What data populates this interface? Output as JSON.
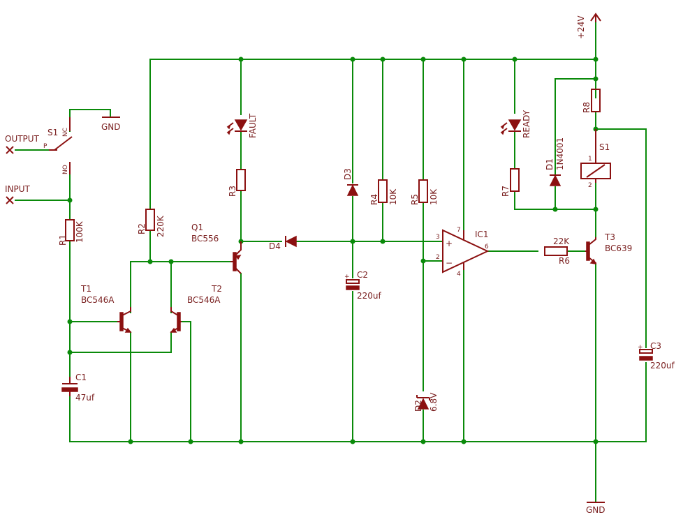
{
  "labels": {
    "supply": "+24V",
    "gnd_top": "GND",
    "gnd_bottom": "GND",
    "output": "OUTPUT",
    "input": "INPUT",
    "s1_switch": "S1",
    "s1_nc": "NC",
    "s1_no": "NO",
    "s1_p": "P",
    "r1": "R1",
    "r1_val": "100K",
    "r2": "R2",
    "r2_val": "220K",
    "r3": "R3",
    "r4": "R4",
    "r4_val": "10K",
    "r5": "R5",
    "r5_val": "10K",
    "r6": "R6",
    "r6_val": "22K",
    "r7": "R7",
    "r8": "R8",
    "q1": "Q1",
    "q1_val": "BC556",
    "t1": "T1",
    "t1_val": "BC546A",
    "t2": "T2",
    "t2_val": "BC546A",
    "t3": "T3",
    "t3_val": "BC639",
    "c1": "C1",
    "c1_val": "47uf",
    "c2": "C2",
    "c2_val": "220uf",
    "c3": "C3",
    "c3_val": "220uf",
    "d1": "D1",
    "d1_val": "1N4001",
    "d2": "D2",
    "d2_val": "6.8V",
    "d3": "D3",
    "d4": "D4",
    "fault": "FAULT",
    "ready": "READY",
    "ic1": "IC1",
    "relay": "S1",
    "relay_pin1": "1",
    "relay_pin2": "2",
    "ic_pin3": "3",
    "ic_pin2": "2",
    "ic_pin6": "6",
    "ic_pin7": "7",
    "ic_pin4": "4",
    "plus": "+",
    "minus": "−"
  },
  "colors": {
    "wire": "#0a8a0a",
    "symbol": "#8b1010",
    "text": "#7a2020"
  }
}
